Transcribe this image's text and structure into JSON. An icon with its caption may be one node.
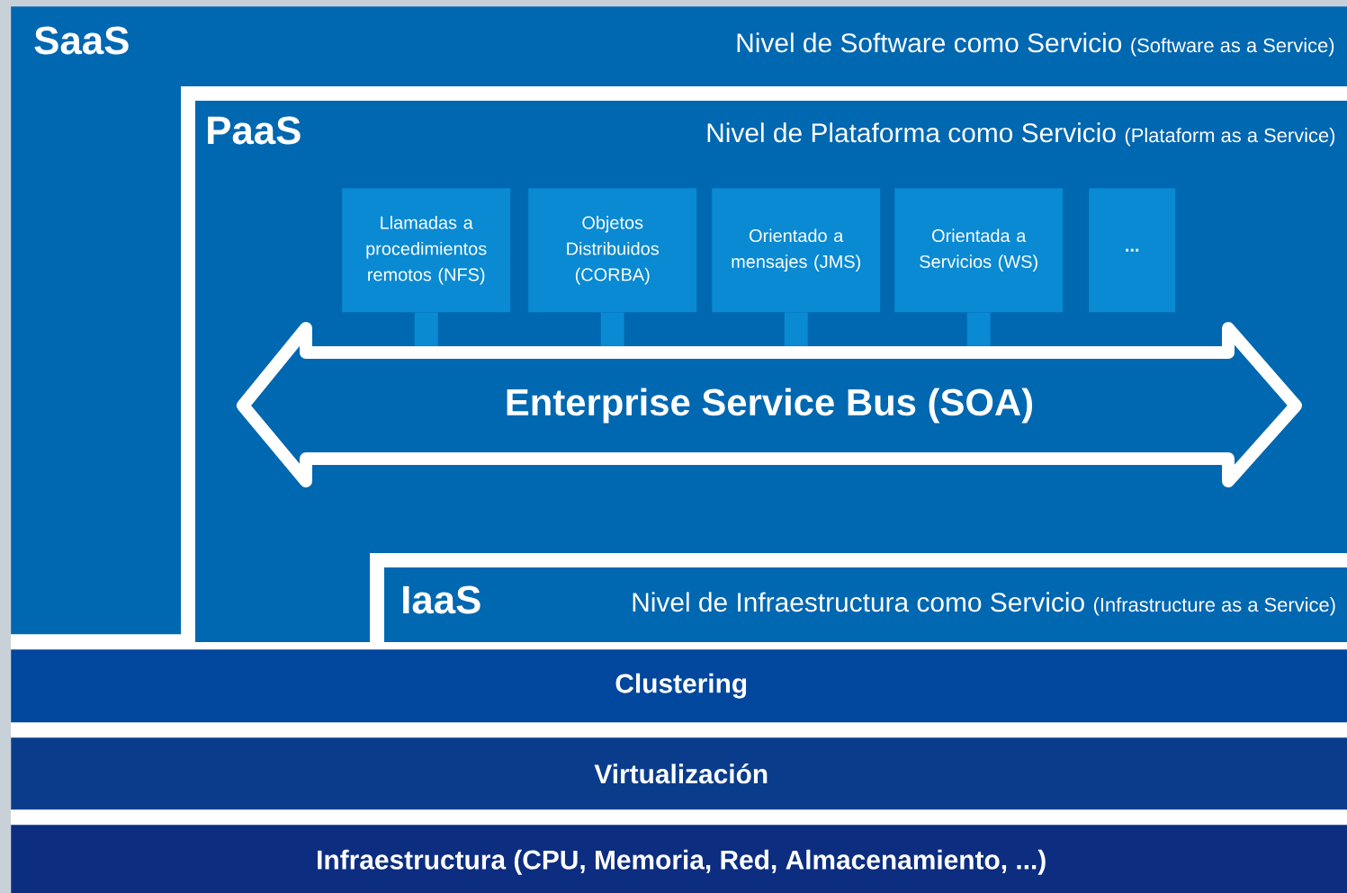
{
  "diagram": {
    "nodes": [
      {
        "text": [
          "SaaS",
          "Nivel de Software como Servicio",
          "(Software as a Service)"
        ]
      },
      {
        "text": [
          "PaaS",
          "Nivel de  Plataforma como Servicio",
          "(Plataform as a Service)"
        ],
        "in": 0
      },
      {
        "text": [
          "Llamadas a procedimientos remotos (NFS)"
        ],
        "in": 1
      },
      {
        "text": [
          "Objetos Distribuidos (CORBA)"
        ],
        "in": 1
      },
      {
        "text": [
          "Orientado a mensajes (JMS)"
        ],
        "in": 1
      },
      {
        "text": [
          "Orientada a Servicios (WS)"
        ],
        "in": 1
      },
      {
        "text": [
          "..."
        ],
        "in": 1
      },
      {
        "text": [
          "Enterprise Service Bus (SOA)"
        ],
        "in": 1
      },
      {
        "text": [
          "IaaS",
          "Nivel de Infraestructura como Servicio",
          "(Infrastructure as a Service)"
        ],
        "in": 1
      },
      {
        "text": [
          "Clustering"
        ]
      },
      {
        "text": [
          "Virtualización"
        ]
      },
      {
        "text": [
          "Infraestructura (CPU, Memoria, Red, Almacenamiento, ...)"
        ]
      }
    ],
    "edges": [
      {
        "from": 2,
        "to": 7,
        "arrow": "none"
      },
      {
        "from": 3,
        "to": 7,
        "arrow": "none"
      },
      {
        "from": 4,
        "to": 7,
        "arrow": "none"
      },
      {
        "from": 5,
        "to": 7,
        "arrow": "none"
      }
    ]
  }
}
